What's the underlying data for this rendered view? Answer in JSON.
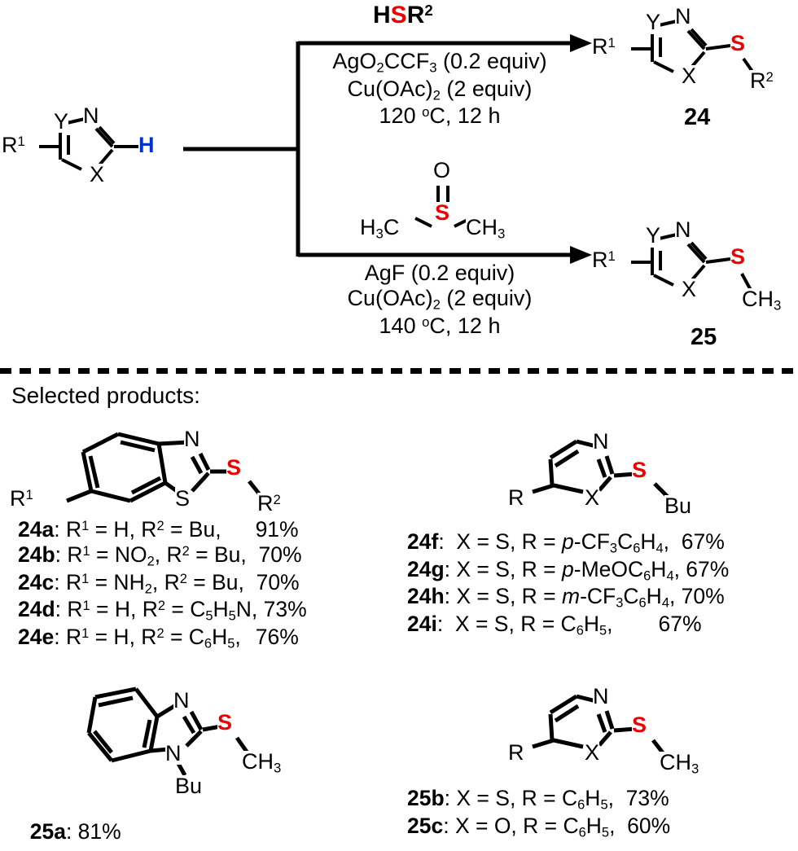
{
  "scheme": {
    "substrate": {
      "r1": "R1",
      "atoms": [
        "Y",
        "N",
        "X"
      ],
      "h_label": "H",
      "h_color": "#0033CC"
    },
    "branch_top": {
      "reagent_above": {
        "prefix": "H",
        "sulfur": "S",
        "suffix": "R2"
      },
      "conditions": [
        "AgO2CCF3 (0.2 equiv)",
        "Cu(OAc)2 (2 equiv)",
        "120 oC, 12 h"
      ],
      "product_number": "24",
      "product": {
        "r1": "R1",
        "atoms": [
          "Y",
          "N",
          "X"
        ],
        "sulfur": "S",
        "sub": "R2"
      }
    },
    "branch_bottom": {
      "reagent_above": {
        "oxygen": "O",
        "sulfur": "S",
        "left": "H3C",
        "right": "CH3"
      },
      "conditions": [
        "AgF (0.2 equiv)",
        "Cu(OAc)2 (2 equiv)",
        "140 oC, 12 h"
      ],
      "product_number": "25",
      "product": {
        "r1": "R1",
        "atoms": [
          "Y",
          "N",
          "X"
        ],
        "sulfur": "S",
        "sub": "CH3"
      }
    }
  },
  "selected_products": {
    "heading": "Selected products:",
    "structures": {
      "benzothiazole_SR2": {
        "r1": "R1",
        "n": "N",
        "s_ring": "S",
        "sulfur": "S",
        "r2": "R2"
      },
      "thiazole_SBu": {
        "r": "R",
        "n": "N",
        "x": "X",
        "sulfur": "S",
        "bu": "Bu"
      },
      "benzimidazole_SMe": {
        "n_top": "N",
        "n_bottom": "N",
        "sulfur": "S",
        "ch3": "CH3",
        "bu": "Bu"
      },
      "thiazole_SMe": {
        "r": "R",
        "n": "N",
        "x": "X",
        "sulfur": "S",
        "ch3": "CH3"
      }
    },
    "list_24_left": [
      {
        "id": "24a",
        "body": ": R1 = H, R2 = Bu,",
        "yield": "91%"
      },
      {
        "id": "24b",
        "body": ": R1 = NO2, R2 = Bu,",
        "yield": "70%"
      },
      {
        "id": "24c",
        "body": ": R1 = NH2, R2 = Bu,",
        "yield": "70%"
      },
      {
        "id": "24d",
        "body": ": R1 = H, R2 = C5H5N,",
        "yield": "73%"
      },
      {
        "id": "24e",
        "body": ": R1 = H, R2 = C6H5,",
        "yield": "76%"
      }
    ],
    "list_24_right": [
      {
        "id": "24f",
        "body": ":  X = S, R = p-CF3C6H4,",
        "yield": "67%"
      },
      {
        "id": "24g",
        "body": ": X = S, R = p-MeOC6H4,",
        "yield": "67%"
      },
      {
        "id": "24h",
        "body": ": X = S, R = m-CF3C6H4,",
        "yield": "70%"
      },
      {
        "id": "24i",
        "body": ":  X = S, R = C6H5,",
        "yield": "67%"
      }
    ],
    "list_25_left": [
      {
        "id": "25a",
        "body": ": 81%",
        "yield": ""
      }
    ],
    "list_25_right": [
      {
        "id": "25b",
        "body": ": X = S, R = C6H5,",
        "yield": "73%"
      },
      {
        "id": "25c",
        "body": ": X = O, R = C6H5,",
        "yield": "60%"
      }
    ]
  },
  "colors": {
    "sulfur_red": "#EE0000",
    "hydrogen_blue": "#0033CC",
    "line_black": "#000000"
  }
}
